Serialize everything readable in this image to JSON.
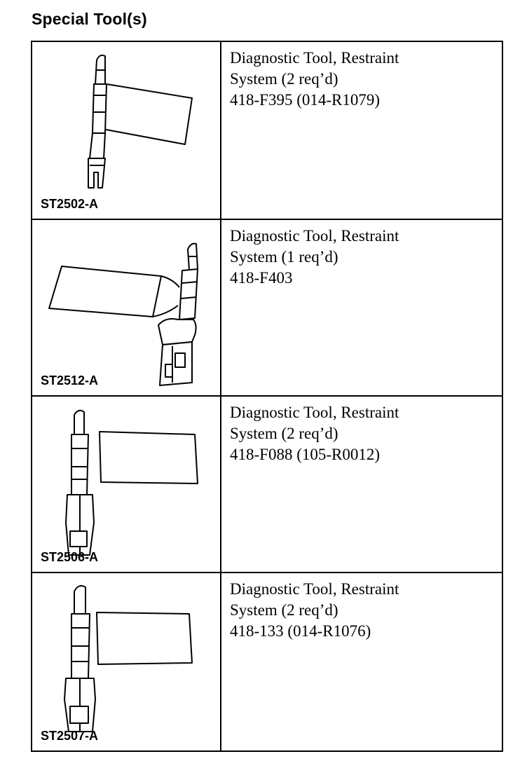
{
  "page": {
    "title": "Special Tool(s)"
  },
  "tools": [
    {
      "code": "ST2502-A",
      "lines": [
        "Diagnostic Tool, Restraint",
        "System (2 req’d)",
        "418-F395 (014-R1079)"
      ]
    },
    {
      "code": "ST2512-A",
      "lines": [
        "Diagnostic Tool, Restraint",
        "System (1 req’d)",
        "418-F403"
      ]
    },
    {
      "code": "ST2506-A",
      "lines": [
        "Diagnostic Tool, Restraint",
        "System (2 req’d)",
        "418-F088 (105-R0012)"
      ]
    },
    {
      "code": "ST2507-A",
      "lines": [
        "Diagnostic Tool, Restraint",
        "System (2 req’d)",
        "418-133 (014-R1076)"
      ]
    }
  ]
}
